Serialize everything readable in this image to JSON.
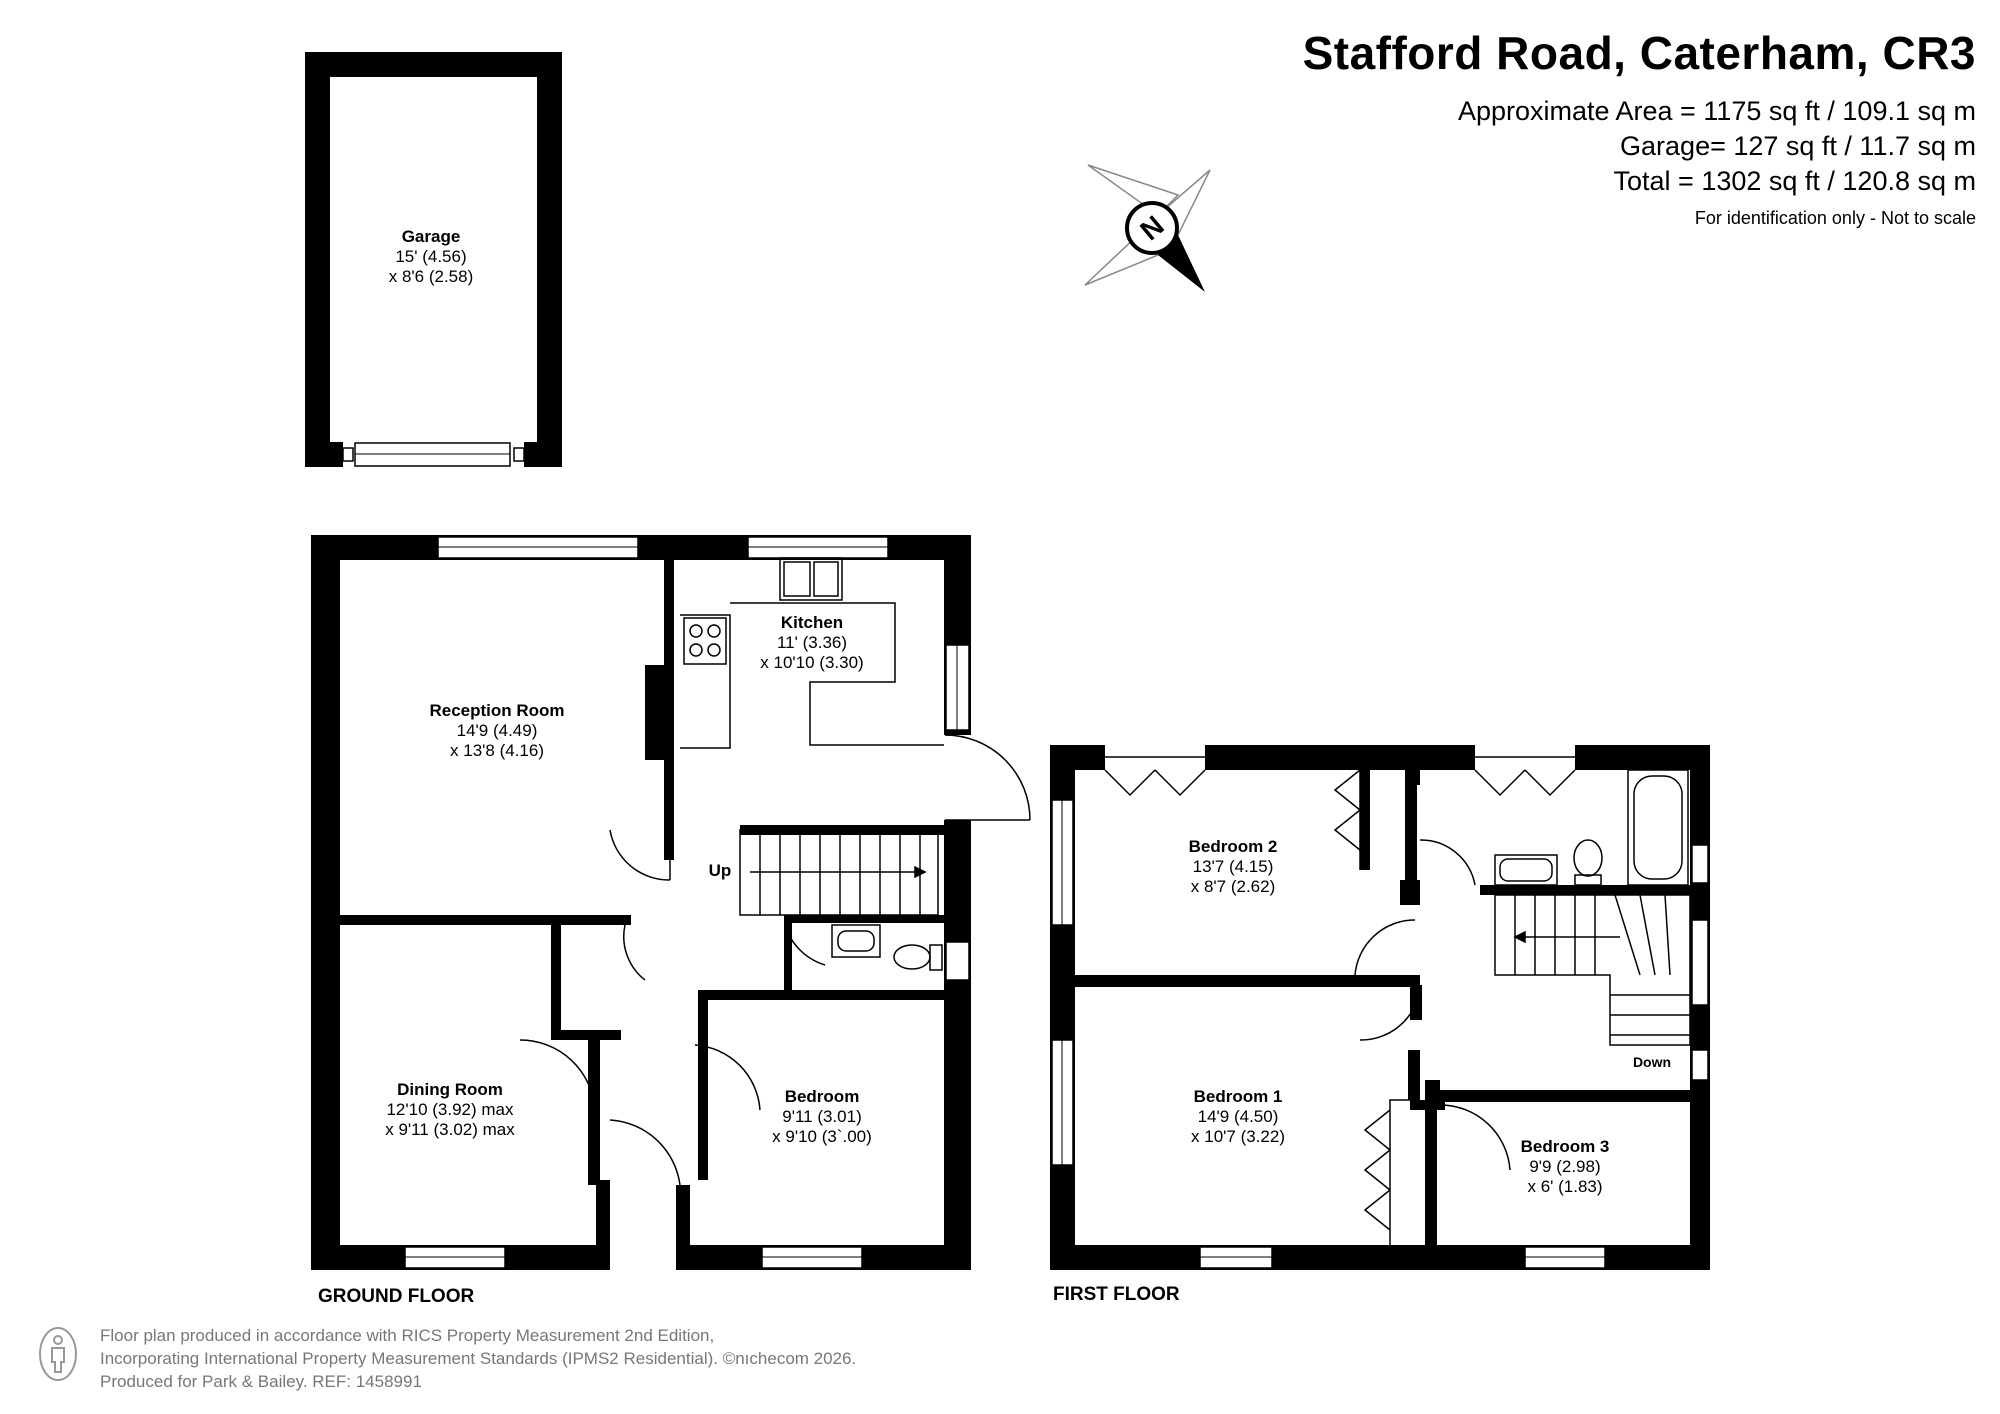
{
  "header": {
    "title": "Stafford Road, Caterham, CR3",
    "approximate_area": "Approximate Area = 1175 sq ft / 109.1 sq m",
    "garage_area": "Garage= 127 sq ft / 11.7 sq m",
    "total_area": "Total = 1302 sq ft / 120.8 sq m",
    "note": "For identification only - Not to scale"
  },
  "compass": {
    "label": "N"
  },
  "garage": {
    "name": "Garage",
    "dim1": "15' (4.56)",
    "dim2": "x 8'6 (2.58)"
  },
  "ground_floor": {
    "label": "GROUND FLOOR",
    "stairs_label": "Up",
    "rooms": {
      "reception": {
        "name": "Reception Room",
        "dim1": "14'9 (4.49)",
        "dim2": "x 13'8 (4.16)"
      },
      "kitchen": {
        "name": "Kitchen",
        "dim1": "11' (3.36)",
        "dim2": "x 10'10 (3.30)"
      },
      "dining": {
        "name": "Dining Room",
        "dim1": "12'10 (3.92) max",
        "dim2": "x 9'11 (3.02) max"
      },
      "bedroom": {
        "name": "Bedroom",
        "dim1": "9'11 (3.01)",
        "dim2": "x 9'10 (3`.00)"
      }
    }
  },
  "first_floor": {
    "label": "FIRST FLOOR",
    "stairs_label": "Down",
    "rooms": {
      "bedroom2": {
        "name": "Bedroom 2",
        "dim1": "13'7 (4.15)",
        "dim2": "x 8'7 (2.62)"
      },
      "bedroom1": {
        "name": "Bedroom 1",
        "dim1": "14'9 (4.50)",
        "dim2": "x 10'7 (3.22)"
      },
      "bedroom3": {
        "name": "Bedroom 3",
        "dim1": "9'9 (2.98)",
        "dim2": "x 6' (1.83)"
      }
    }
  },
  "footer": {
    "line1": "Floor plan produced in accordance with RICS Property Measurement 2nd Edition,",
    "line2": "Incorporating International Property Measurement Standards (IPMS2 Residential).  ©nıchecom 2026.",
    "line3": "Produced for Park & Bailey.   REF:  1458991"
  },
  "colors": {
    "walls": "#000000",
    "window": "#ffffff",
    "footer_text": "#777777"
  }
}
